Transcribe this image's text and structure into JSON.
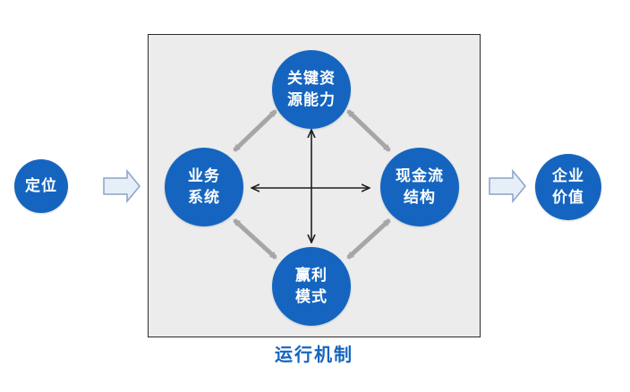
{
  "nodes": {
    "positioning": {
      "line1": "定位"
    },
    "enterprise_value": {
      "line1": "企业",
      "line2": "价值"
    },
    "key_resources": {
      "line1": "关键资",
      "line2": "源能力"
    },
    "business_system": {
      "line1": "业务",
      "line2": "系统"
    },
    "cash_flow_structure": {
      "line1": "现金流",
      "line2": "结构"
    },
    "profit_model": {
      "line1": "赢利",
      "line2": "模式"
    }
  },
  "panel": {
    "caption": "运行机制"
  },
  "colors": {
    "node_fill": "#1565c0",
    "caption": "#1565c0",
    "panel_bg": "#ececec",
    "connector_gray": "#a6a6a6",
    "cross_arrow": "#1f1f1f",
    "flow_arrow_fill": "#e6eef8",
    "flow_arrow_stroke": "#8aa4c8"
  }
}
